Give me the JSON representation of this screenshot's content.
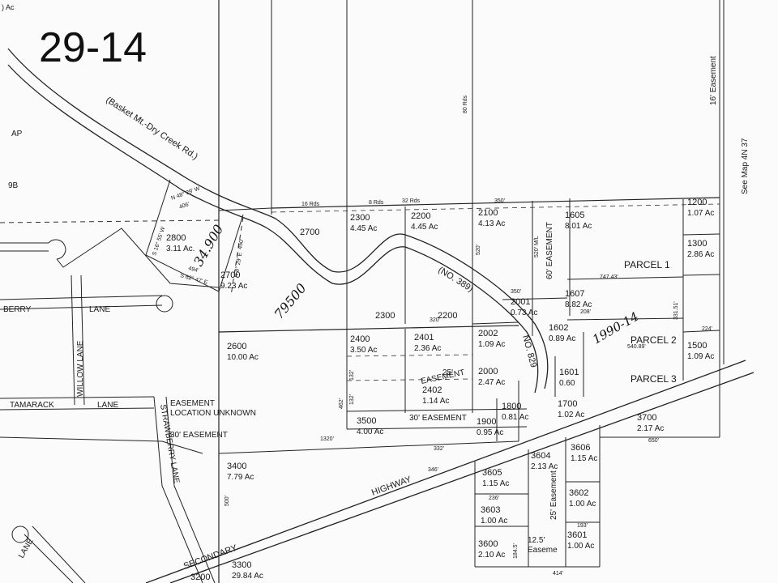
{
  "map_title": "29-14",
  "top_left_fragment": ") Ac",
  "left_edge_labels": [
    "AP",
    "9B",
    "BERRY"
  ],
  "roads": {
    "basket_mt": "(Basket Mt.-Dry Creek Rd.)",
    "no_389": "(NO. 389)",
    "no_829": "NO. 829",
    "secondary_highway": "SECONDARY",
    "highway": "HIGHWAY",
    "berry_lane": "LANE",
    "willow_lane": "WILLOW LANE",
    "tamarack_lane": "TAMARACK",
    "tamarack_lane_2": "LANE",
    "strawberry_lane": "STRAWBERRY LANE",
    "bottom_left_lane": "LANE"
  },
  "parcels": [
    {
      "id": "2800",
      "area": "3.11 Ac."
    },
    {
      "id": "2700",
      "area": "9.23 Ac"
    },
    {
      "id": "2700",
      "area": ""
    },
    {
      "id": "2300",
      "area": "4.45 Ac"
    },
    {
      "id": "2200",
      "area": "4.45 Ac"
    },
    {
      "id": "2100",
      "area": "4.13 Ac"
    },
    {
      "id": "1605",
      "area": "8.01 Ac"
    },
    {
      "id": "1200",
      "area": "1.07 Ac"
    },
    {
      "id": "1300",
      "area": "2.86 Ac"
    },
    {
      "id": "2300",
      "area": ""
    },
    {
      "id": "2200",
      "area": ""
    },
    {
      "id": "2001",
      "area": "0.73 Ac"
    },
    {
      "id": "1607",
      "area": "8.82 Ac"
    },
    {
      "id": "2400",
      "area": "3.50 Ac"
    },
    {
      "id": "2401",
      "area": "2.36 Ac"
    },
    {
      "id": "2002",
      "area": "1.09 Ac"
    },
    {
      "id": "1602",
      "area": "0.89 Ac"
    },
    {
      "id": "1500",
      "area": "1.09 Ac"
    },
    {
      "id": "2600",
      "area": "10.00 Ac"
    },
    {
      "id": "2000",
      "area": "2.47 Ac"
    },
    {
      "id": "1601",
      "area": "0.60"
    },
    {
      "id": "2402",
      "area": "1.14 Ac"
    },
    {
      "id": "1800",
      "area": "0.81 Ac"
    },
    {
      "id": "1700",
      "area": "1.02 Ac"
    },
    {
      "id": "3500",
      "area": "4.00 Ac"
    },
    {
      "id": "1900",
      "area": "0.95 Ac"
    },
    {
      "id": "3700",
      "area": "2.17 Ac"
    },
    {
      "id": "3606",
      "area": "1.15 Ac"
    },
    {
      "id": "3604",
      "area": "2.13 Ac"
    },
    {
      "id": "3400",
      "area": "7.79 Ac"
    },
    {
      "id": "3605",
      "area": "1.15 Ac"
    },
    {
      "id": "3602",
      "area": "1.00 Ac"
    },
    {
      "id": "3603",
      "area": "1.00 Ac"
    },
    {
      "id": "3600",
      "area": "2.10 Ac"
    },
    {
      "id": "3601",
      "area": "1.00 Ac"
    },
    {
      "id": "3300",
      "area": "29.84 Ac"
    },
    {
      "id": "3200",
      "area": ""
    }
  ],
  "parcel_names": [
    "PARCEL 1",
    "PARCEL 2",
    "PARCEL 3"
  ],
  "easements": {
    "sixteen_foot": "16' Easement",
    "sixty_foot": "60' EASEMENT",
    "twenty_five_a": "25'",
    "twenty_five_a2": "EASEMENT",
    "thirty_foot_center": "30' EASEMENT",
    "location_unknown_1": "EASEMENT",
    "location_unknown_2": "LOCATION UNKNOWN",
    "thirty_foot_left": "30' EASEMENT",
    "twenty_five_b": "25' Easement",
    "twelve_five": "12.5'",
    "easeme": "Easeme"
  },
  "see_map": "See Map 4N 37",
  "handwritten": {
    "acreage_1": "34.900",
    "acreage_2": "79500",
    "year_ref": "1990-14"
  },
  "dimensions": [
    "16 Rds",
    "8 Rds",
    "32 Rds",
    "80 Rds",
    "350'",
    "520'",
    "520' M/L",
    "747.43'",
    "350'",
    "208'",
    "320'",
    "224'",
    "331.51'",
    "540.89'",
    "132'",
    "462'",
    "1320'",
    "132'",
    "450'",
    "406'",
    "494'",
    "500'",
    "346'",
    "332'",
    "650'",
    "414'",
    "193'",
    "236'",
    "184.5'",
    "S 16° 55' W",
    "N 48° 29' W",
    "N 8° 29' E",
    "S 62° 47' E"
  ]
}
